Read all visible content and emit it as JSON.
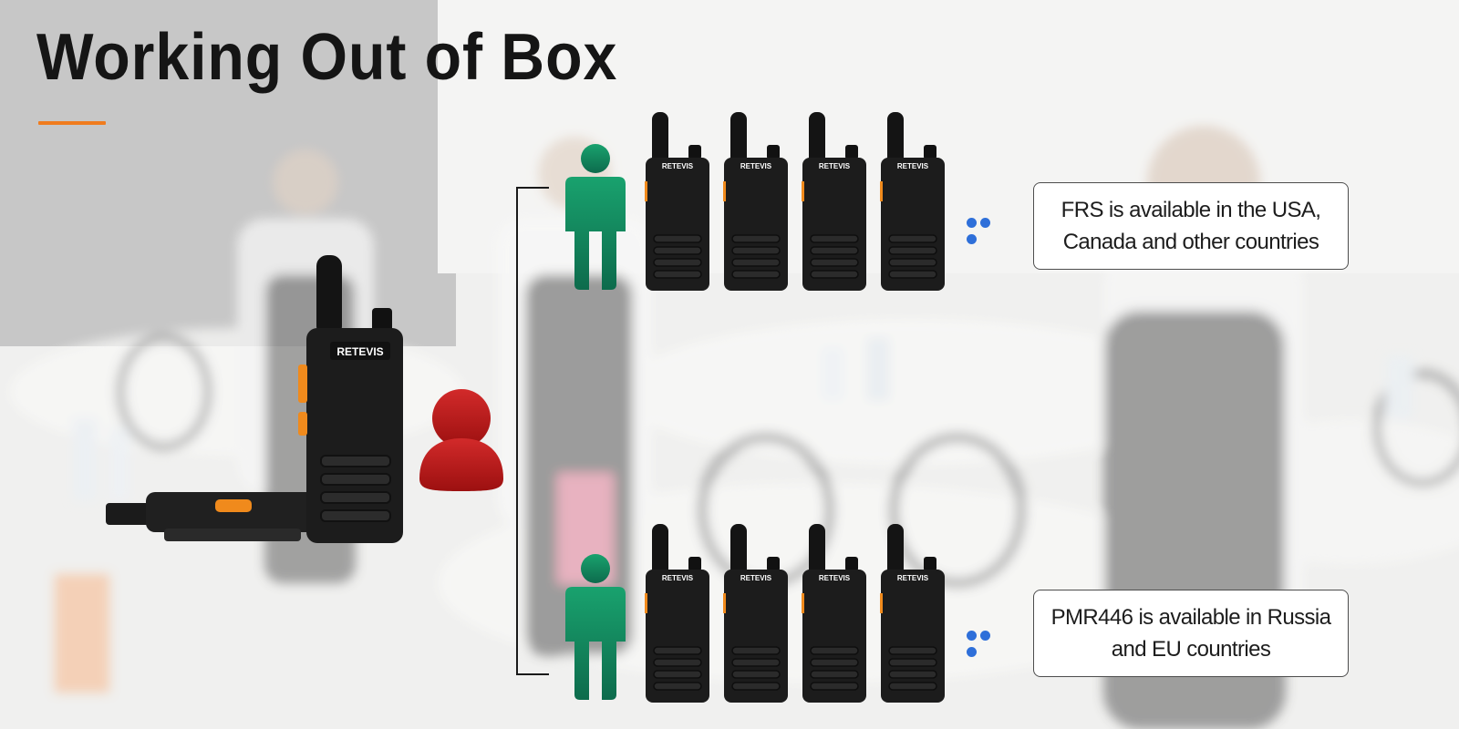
{
  "title": "Working Out of Box",
  "brand": "RETEVIS",
  "accent_color": "#f07c1e",
  "icons": {
    "sender": "person-red-icon",
    "receiver": "person-green-icon",
    "more": "ellipsis-dots-icon"
  },
  "groups": [
    {
      "radio_count": 4,
      "note": "FRS is available in the USA, Canada and other countries"
    },
    {
      "radio_count": 4,
      "note": "PMR446 is available in Russia and EU countries"
    }
  ]
}
